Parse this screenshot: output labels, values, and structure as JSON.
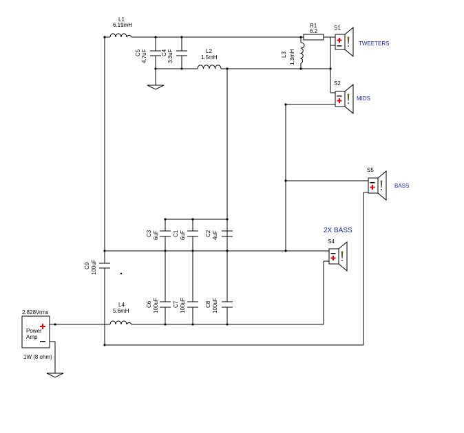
{
  "components": {
    "L1": {
      "ref": "L1",
      "value": "6.19mH"
    },
    "L2": {
      "ref": "L2",
      "value": "1.5mH"
    },
    "L3": {
      "ref": "L3",
      "value": "1.3mH"
    },
    "L4": {
      "ref": "L4",
      "value": "5.6mH"
    },
    "R1": {
      "ref": "R1",
      "value": "6.2"
    },
    "C1": {
      "ref": "C1",
      "value": "6uF"
    },
    "C2": {
      "ref": "C2",
      "value": "4uF"
    },
    "C3": {
      "ref": "C3",
      "value": "6uF"
    },
    "C4": {
      "ref": "C4",
      "value": "3.3uF"
    },
    "C5": {
      "ref": "C5",
      "value": "4.7uF"
    },
    "C6": {
      "ref": "C6",
      "value": "100uF"
    },
    "C7": {
      "ref": "C7",
      "value": "100uF"
    },
    "C8": {
      "ref": "C8",
      "value": "100uF"
    },
    "C9": {
      "ref": "C9",
      "value": "100uF"
    }
  },
  "speakers": {
    "S1": {
      "ref": "S1",
      "label": "TWEETERS"
    },
    "S2": {
      "ref": "S2",
      "label": "MIDS"
    },
    "S4": {
      "ref": "S4",
      "label": "2X BASS"
    },
    "S5": {
      "ref": "S5",
      "label": "BASS"
    }
  },
  "source": {
    "voltage": "2.828Vrms",
    "line1": "Power",
    "line2": "Amp",
    "rating": "1W (8 ohm)"
  },
  "colors": {
    "accent_label": "#1a1aa8",
    "polarity_plus": "#e00000",
    "wire": "#000000"
  }
}
